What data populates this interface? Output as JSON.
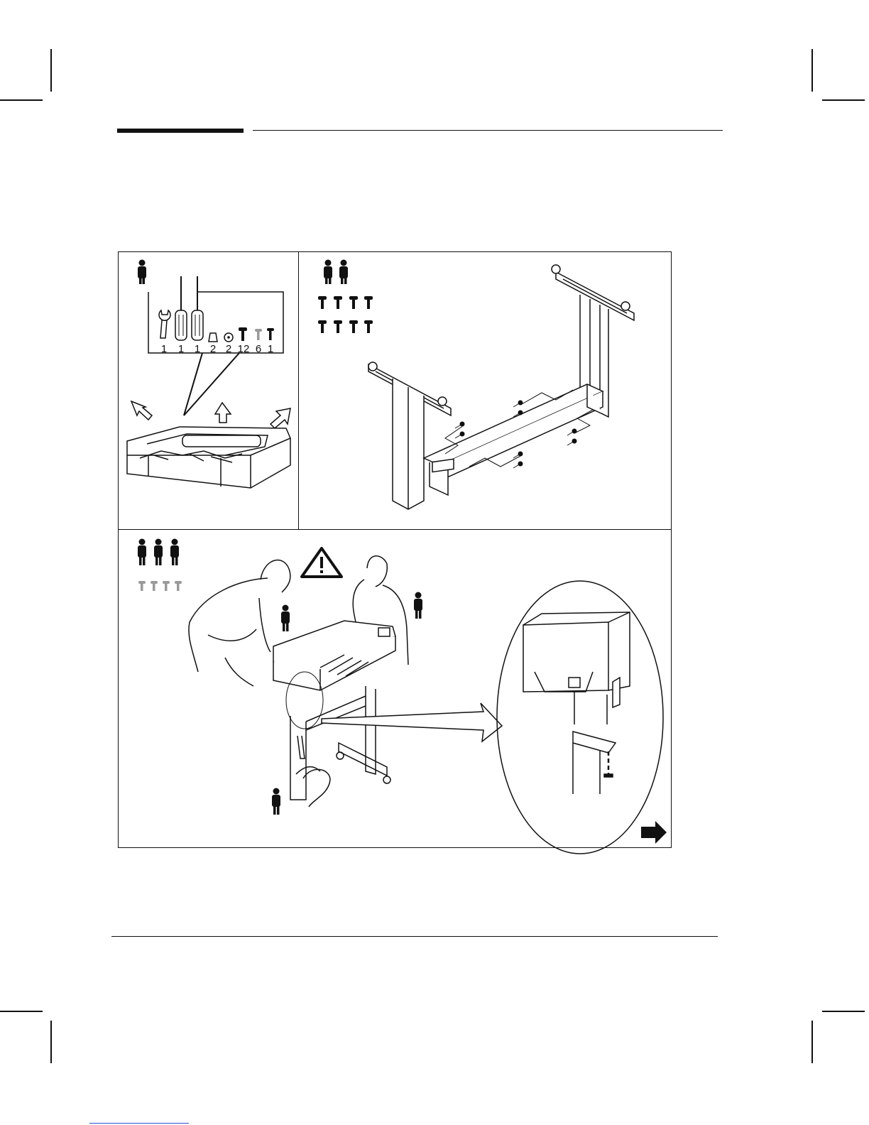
{
  "colors": {
    "ink": "#111111",
    "screw_gray": "#9a9a9a",
    "link_blue": "#2a4fd6"
  },
  "step1": {
    "persons": 1,
    "parts": [
      {
        "icon": "wrench-icon",
        "qty": "1"
      },
      {
        "icon": "screwdriver-icon",
        "qty": "1"
      },
      {
        "icon": "screwdriver-icon",
        "qty": "1"
      },
      {
        "icon": "cap-icon",
        "qty": "2"
      },
      {
        "icon": "washer-icon",
        "qty": "2"
      },
      {
        "icon": "screw-icon",
        "qty": "12"
      },
      {
        "icon": "screw-gray-icon",
        "qty": "6"
      },
      {
        "icon": "screw-icon",
        "qty": "1"
      }
    ]
  },
  "step2": {
    "persons": 2,
    "screws": 8
  },
  "step3": {
    "persons": 3,
    "screws": 4,
    "icons": [
      "warning-icon",
      "person-icon",
      "next-arrow-icon"
    ]
  }
}
